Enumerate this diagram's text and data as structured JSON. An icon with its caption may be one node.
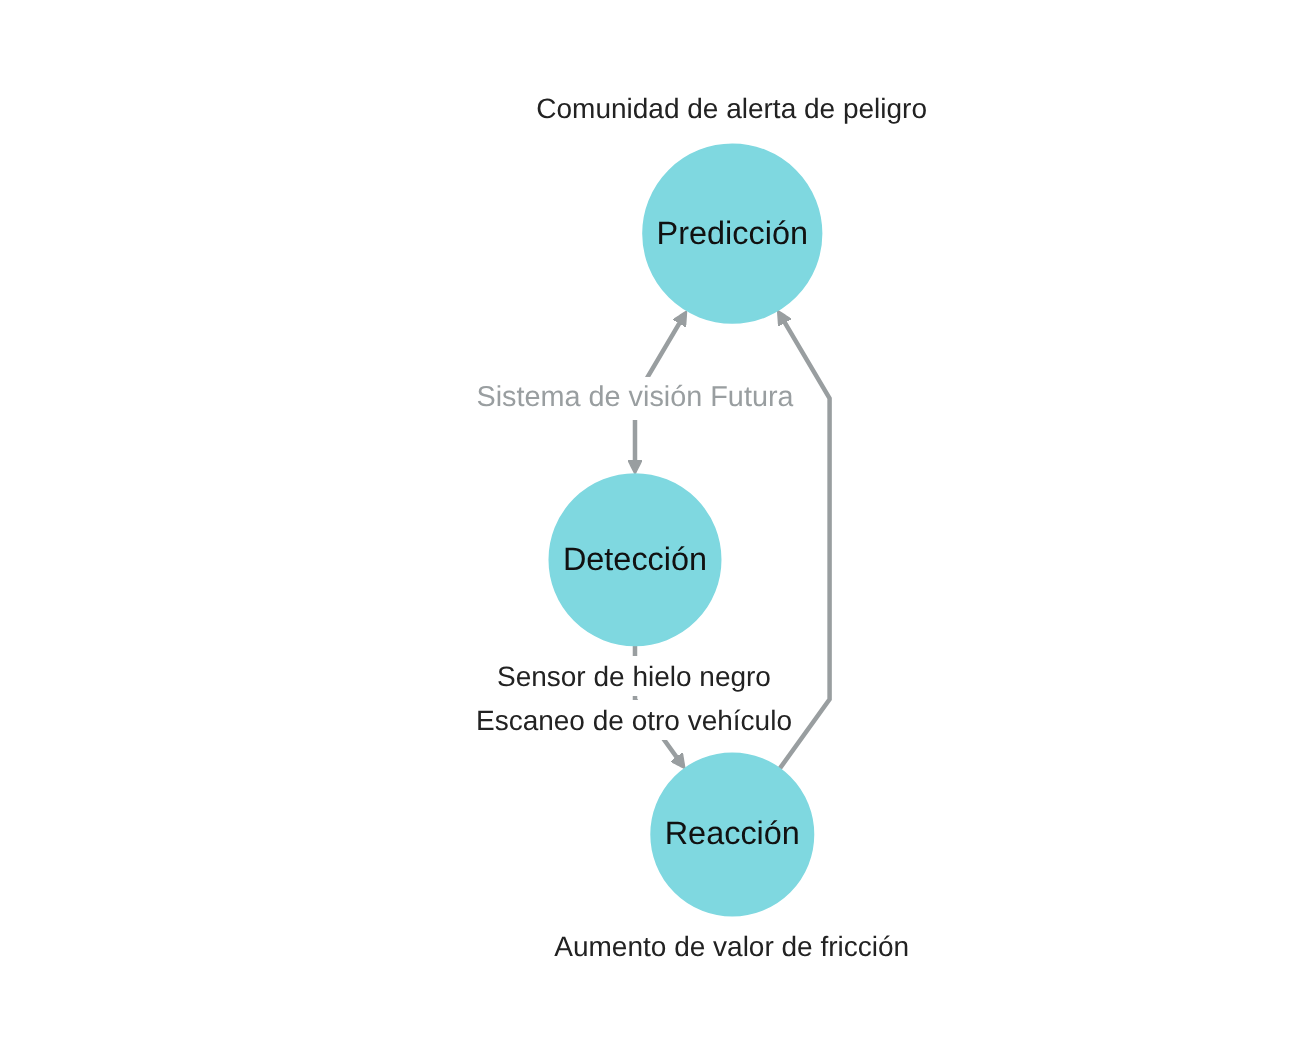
{
  "diagram": {
    "nodes": [
      {
        "text": [
          "Predicción"
        ],
        "beside": [
          "Comunidad de alerta de peligro"
        ]
      },
      {
        "text": [
          "Detección"
        ],
        "beside": [
          "Sensor de hielo negro",
          "Escaneo de otro vehículo"
        ]
      },
      {
        "text": [
          "Reacción"
        ],
        "beside": [
          "Aumento de valor de fricción"
        ]
      }
    ],
    "edges": [
      {
        "from": 0,
        "to": 1,
        "arrow": "both",
        "label": "Sistema de visión Futura"
      },
      {
        "from": 1,
        "to": 2,
        "arrow": "to"
      },
      {
        "from": 2,
        "to": 0,
        "arrow": "to"
      }
    ]
  }
}
